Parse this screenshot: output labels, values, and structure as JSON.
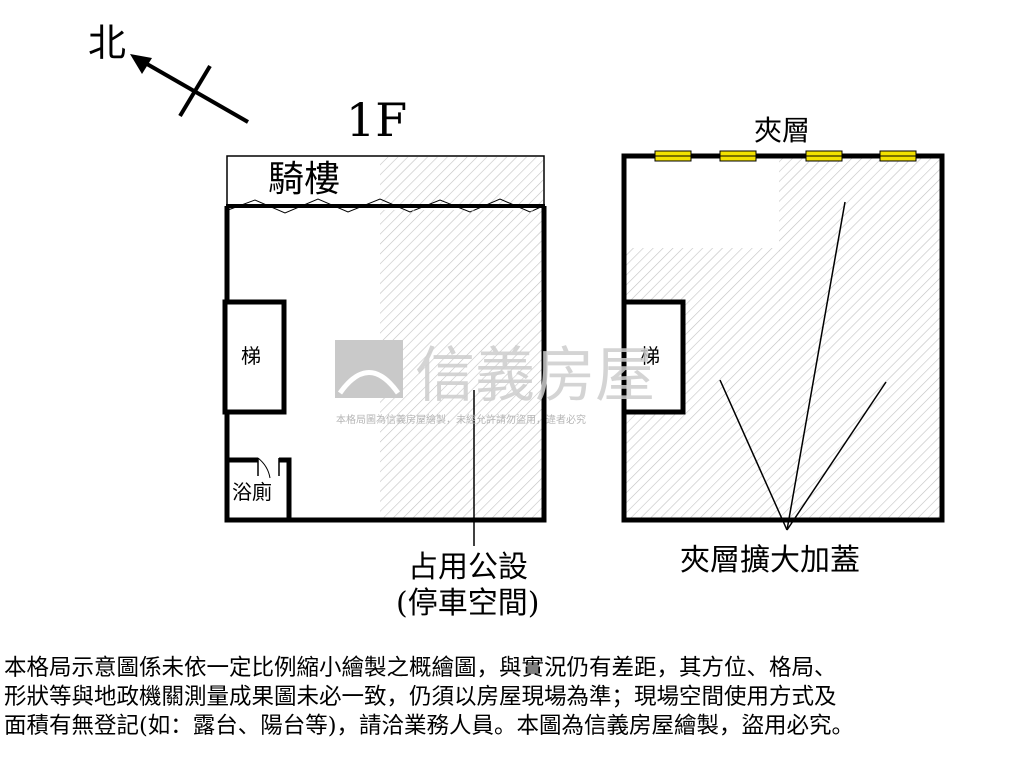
{
  "compass": {
    "label": "北"
  },
  "floor_1f": {
    "title": "1F",
    "arcade_label": "騎樓",
    "stair_label": "梯",
    "bathroom_label": "浴廁",
    "callout_line1": "占用公設",
    "callout_line2": "(停車空間)"
  },
  "mezzanine": {
    "title": "夾層",
    "stair_label": "梯",
    "callout_label": "夾層擴大加蓋"
  },
  "watermark": {
    "brand": "信義房屋",
    "fine_print": "本格局圖為信義房屋繪製，未經允許請勿盜用，違者必究"
  },
  "disclaimer": {
    "lines": [
      "本格局示意圖係未依一定比例縮小繪製之概繪圖，與實況仍有差距，其方位、格局、",
      "形狀等與地政機關測量成果圖未必一致，仍須以房屋現場為準；現場空間使用方式及",
      "面積有無登記(如：露台、陽台等)，請洽業務人員。本圖為信義房屋繪製，盜用必究。"
    ]
  },
  "colors": {
    "hatch": "#bdbdbd",
    "window": "#f2e100",
    "watermark": "#d0d0d0"
  }
}
